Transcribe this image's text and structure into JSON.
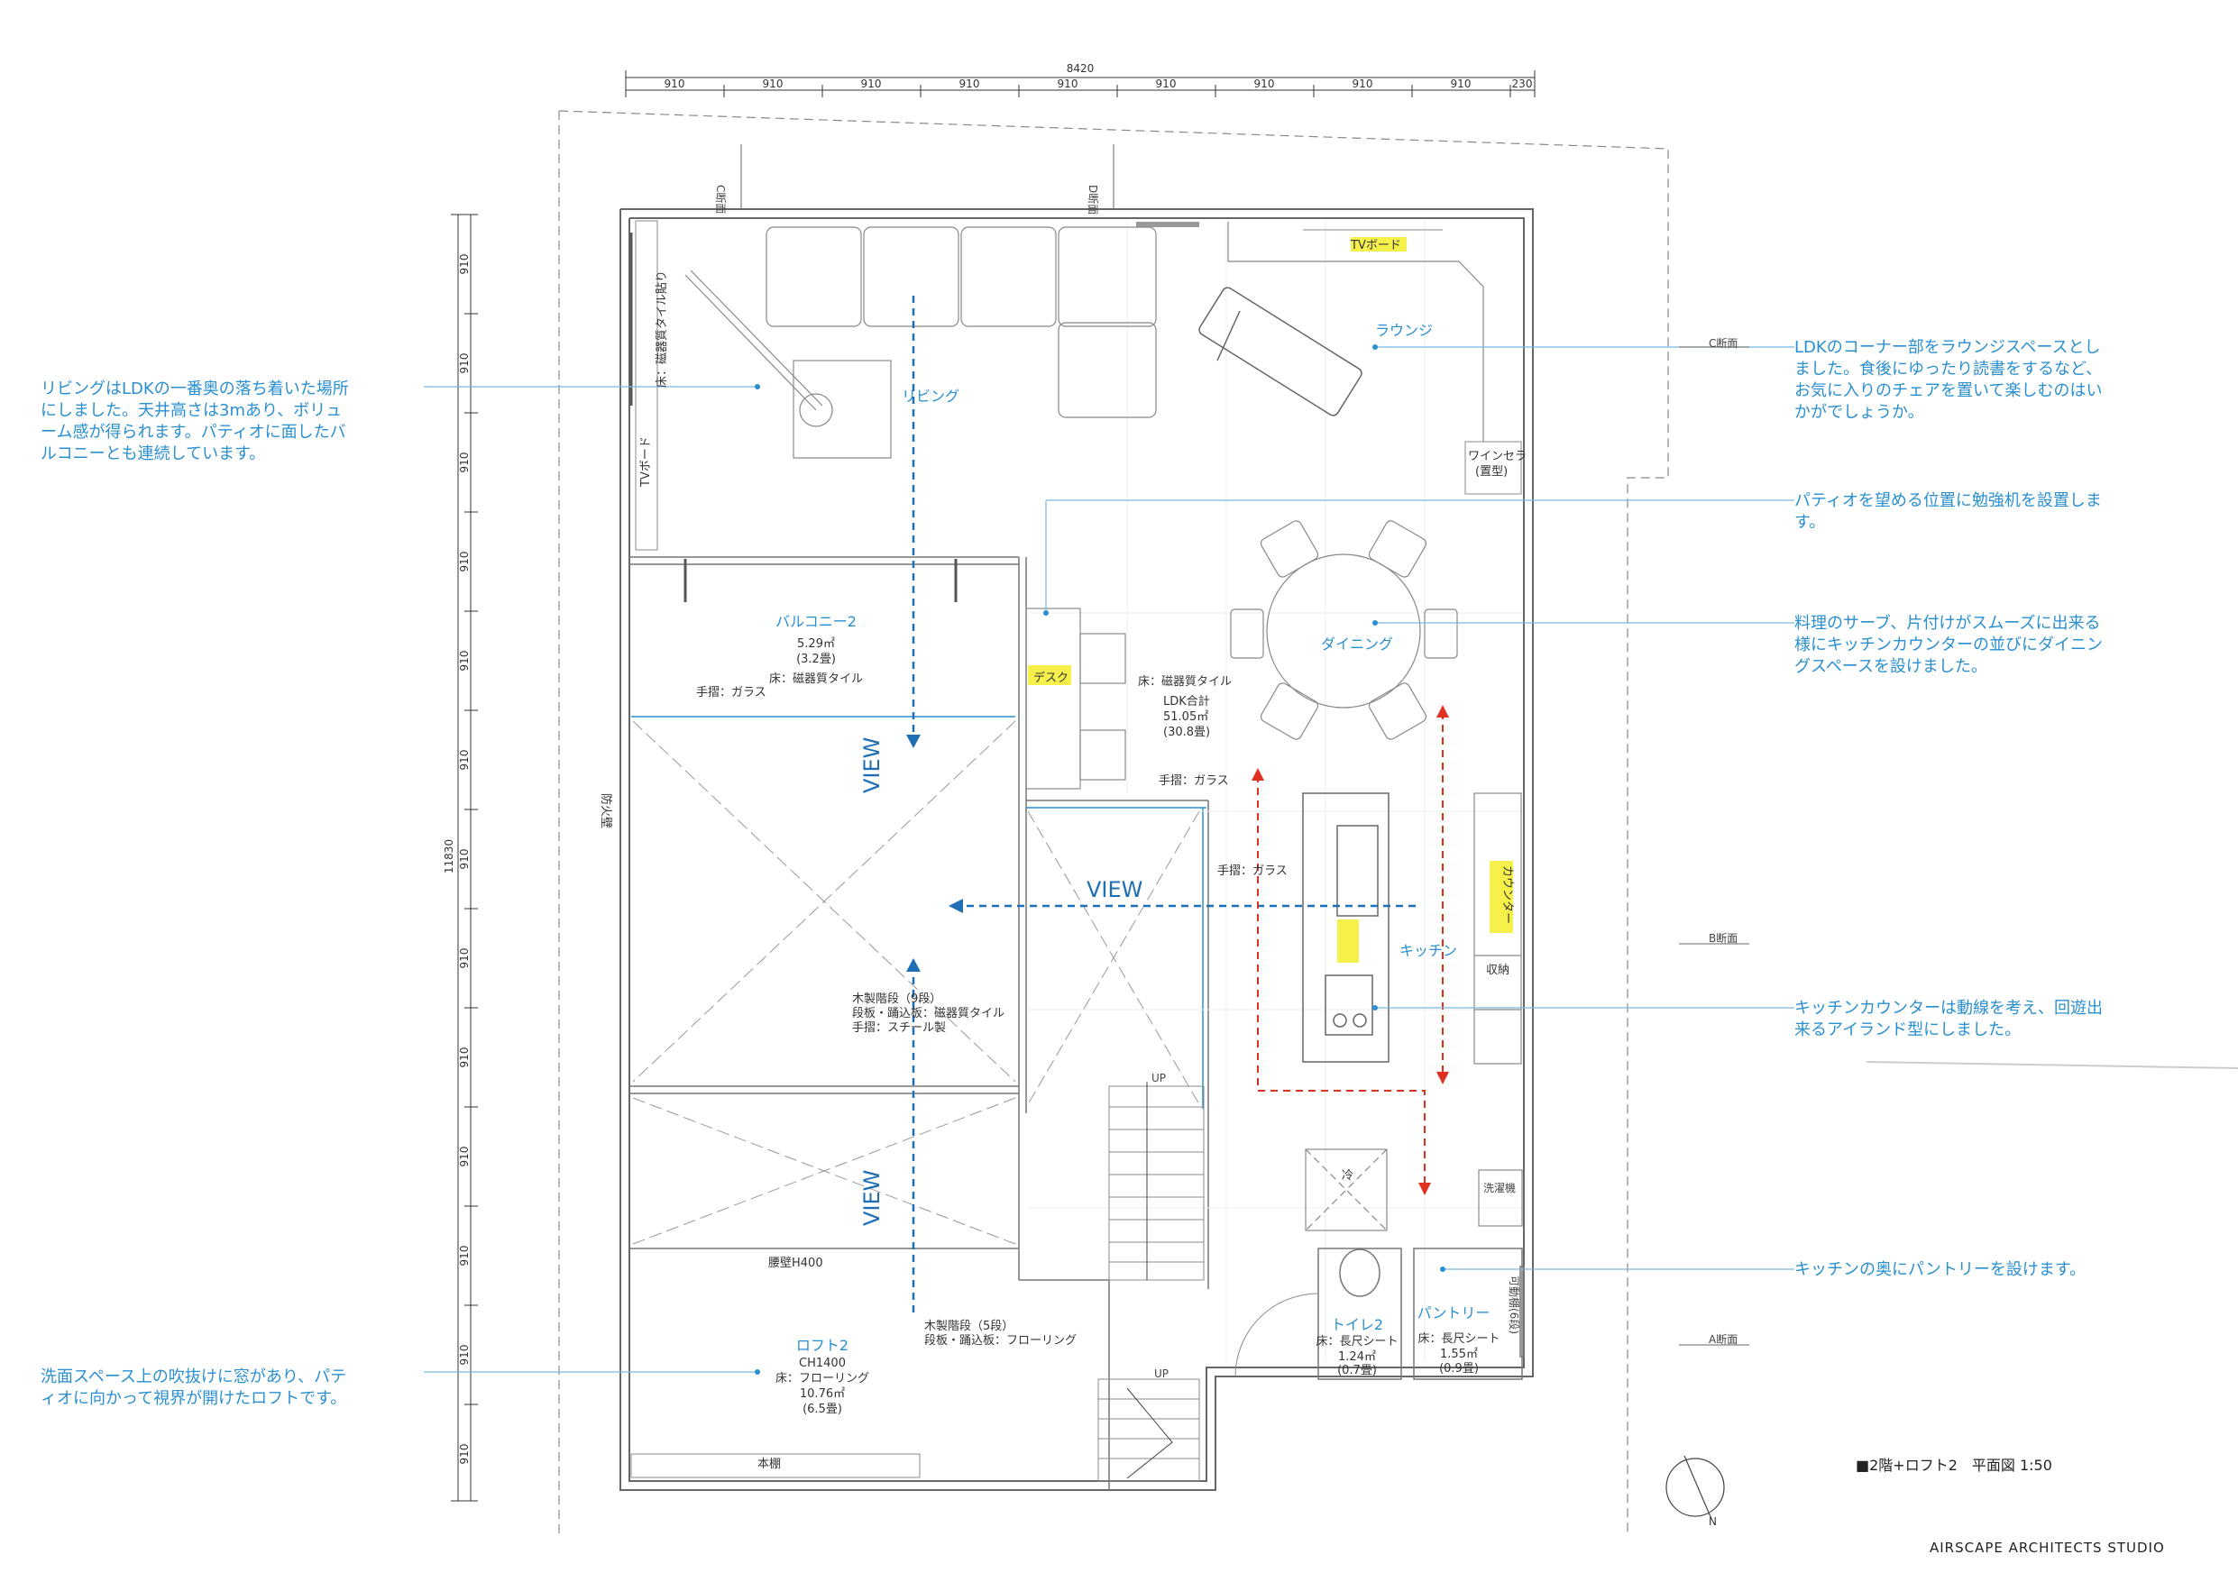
{
  "title": "■2階+ロフト2　平面図 1:50",
  "studio": "AIRSCAPE ARCHITECTS STUDIO",
  "colors": {
    "note_text": "#2a8fd0",
    "leader": "#7ab7e0",
    "wall": "#666666",
    "view_arrow": "#1f6fb5",
    "circulation": "#e03020",
    "highlight": "#f5f04a"
  },
  "dimensions": {
    "overall_width": "8420",
    "top_segments": [
      "910",
      "910",
      "910",
      "910",
      "910",
      "910",
      "910",
      "910",
      "910",
      "230"
    ],
    "overall_depth": "11830",
    "side_segments": [
      "910",
      "910",
      "910",
      "910",
      "910",
      "910",
      "910",
      "910",
      "910",
      "910",
      "910",
      "910",
      "910"
    ]
  },
  "sections": {
    "c_top": "C断面",
    "d_top": "D断面",
    "c_right": "C断面",
    "b_right": "B断面",
    "a_right": "A断面"
  },
  "rooms": {
    "living": "リビング",
    "lounge": "ラウンジ",
    "dining": "ダイニング",
    "kitchen": "キッチン",
    "balcony": {
      "name": "バルコニー2",
      "area": "5.29㎡",
      "tatami": "(3.2畳)",
      "floor": "床：磁器質タイル"
    },
    "ldk": {
      "floor": "床：磁器質タイル",
      "total": "LDK合計",
      "area": "51.05㎡",
      "tatami": "(30.8畳)"
    },
    "loft": {
      "name": "ロフト2",
      "ch": "CH1400",
      "floor": "床：フローリング",
      "area": "10.76㎡",
      "tatami": "(6.5畳)"
    },
    "toilet": {
      "name": "トイレ2",
      "floor": "床：長尺シート",
      "area": "1.24㎡",
      "tatami": "(0.7畳)"
    },
    "pantry": {
      "name": "パントリー",
      "floor": "床：長尺シート",
      "area": "1.55㎡",
      "tatami": "(0.9畳)"
    }
  },
  "labels": {
    "tv_board_top": "TVボード",
    "tv_board_side": "TVボード",
    "floor_tile_side": "床：磁器質タイル貼り",
    "wine_cellar_1": "ワインセラ",
    "wine_cellar_2": "(置型)",
    "desk": "デスク",
    "counter": "カウンター",
    "storage": "収納",
    "handrail_glass_1": "手摺：ガラス",
    "handrail_glass_2": "手摺：ガラス",
    "handrail_glass_3": "手摺：ガラス",
    "fire_wall": "防火壁",
    "stair1_1": "木製階段（9段）",
    "stair1_2": "段板・踊込板：磁器質タイル",
    "stair1_3": "手摺：スチール製",
    "stair2_1": "木製階段（5段）",
    "stair2_2": "段板・踊込板：フローリング",
    "parapet": "腰壁H400",
    "bookshelf": "本棚",
    "fridge": "冷",
    "washer": "洗濯機",
    "shelf_6": "可動棚(6段)",
    "up1": "UP",
    "up2": "UP",
    "view_1": "VIEW",
    "view_2": "VIEW",
    "view_3": "VIEW"
  },
  "notes": {
    "living": "リビングはLDKの一番奥の落ち着いた場所\nにしました。天井高さは3mあり、ボリュ\nーム感が得られます。パティオに面したバ\nルコニーとも連続しています。",
    "loft": "洗面スペース上の吹抜けに窓があり、パテ\nィオに向かって視界が開けたロフトです。",
    "lounge": "LDKのコーナー部をラウンジスペースとし\nました。食後にゆったり読書をするなど、\nお気に入りのチェアを置いて楽しむのはい\nかがでしょうか。",
    "desk": "パティオを望める位置に勉強机を設置しま\nす。",
    "dining": "料理のサーブ、片付けがスムーズに出来る\n様にキッチンカウンターの並びにダイニン\nグスペースを設けました。",
    "kitchen": "キッチンカウンターは動線を考え、回遊出\n来るアイランド型にしました。",
    "pantry": "キッチンの奥にパントリーを設けます。"
  }
}
